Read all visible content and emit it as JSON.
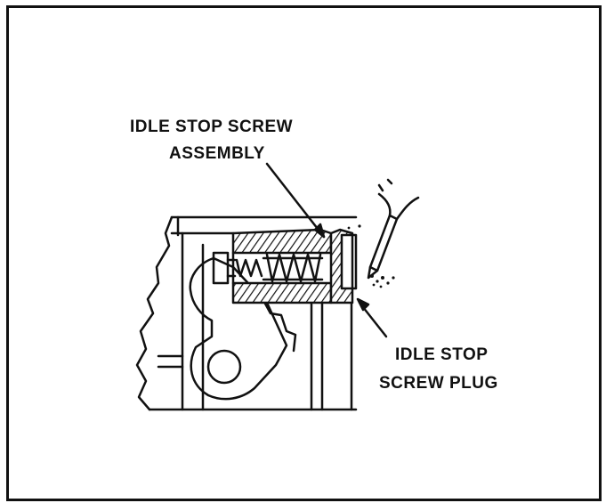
{
  "figure": {
    "callouts": [
      {
        "id": "idle-stop-screw-assembly",
        "lines": [
          "IDLE STOP SCREW",
          "ASSEMBLY"
        ]
      },
      {
        "id": "idle-stop-screw-plug",
        "lines": [
          "IDLE STOP",
          "SCREW PLUG"
        ]
      }
    ]
  },
  "colors": {
    "ink": "#111111",
    "paper": "#ffffff"
  }
}
